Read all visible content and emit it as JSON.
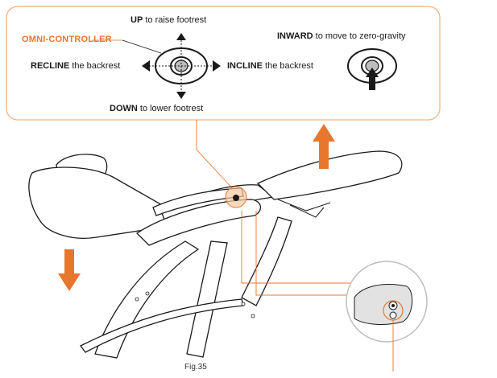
{
  "callout": {
    "up": {
      "bold": "UP",
      "rest": " to raise footrest"
    },
    "down": {
      "bold": "DOWN",
      "rest": " to lower footrest"
    },
    "recline": {
      "bold": "RECLINE",
      "rest": " the backrest"
    },
    "incline": {
      "bold": "INCLINE",
      "rest": " the backrest"
    },
    "inward": {
      "bold": "INWARD",
      "rest": " to move to zero-gravity"
    },
    "controller_name": "OMNI-CONTROLLER"
  },
  "figure_caption": "Fig.35",
  "colors": {
    "accent": "#e8772e",
    "callout_border": "#f0b27a",
    "line": "#1a1a1a",
    "chair_fill": "#ffffff"
  },
  "icons": {
    "controller": "omni-controller-joystick-icon",
    "press": "press-inward-icon",
    "arrow_up": "arrow-up-icon",
    "arrow_down": "arrow-down-icon",
    "arrow_left": "arrow-left-icon",
    "arrow_right": "arrow-right-icon"
  }
}
